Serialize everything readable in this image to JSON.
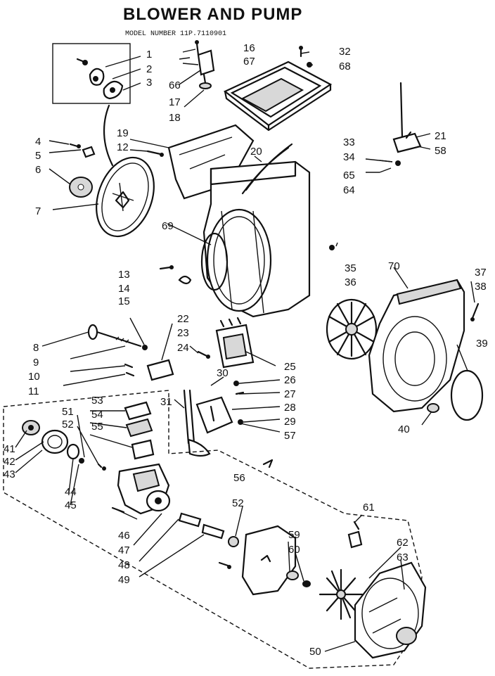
{
  "title": "BLOWER AND PUMP",
  "subtitle": "MODEL NUMBER  11P.7110901",
  "callouts": [
    {
      "id": "c1",
      "text": "1"
    },
    {
      "id": "c2",
      "text": "2"
    },
    {
      "id": "c3",
      "text": "3"
    },
    {
      "id": "c16",
      "text": "16"
    },
    {
      "id": "c67",
      "text": "67"
    },
    {
      "id": "c66",
      "text": "66"
    },
    {
      "id": "c17",
      "text": "17"
    },
    {
      "id": "c18",
      "text": "18"
    },
    {
      "id": "c32",
      "text": "32"
    },
    {
      "id": "c68",
      "text": "68"
    },
    {
      "id": "c19",
      "text": "19"
    },
    {
      "id": "c12",
      "text": "12"
    },
    {
      "id": "c20",
      "text": "20"
    },
    {
      "id": "c4",
      "text": "4"
    },
    {
      "id": "c5",
      "text": "5"
    },
    {
      "id": "c6",
      "text": "6"
    },
    {
      "id": "c7",
      "text": "7"
    },
    {
      "id": "c69",
      "text": "69"
    },
    {
      "id": "c21",
      "text": "21"
    },
    {
      "id": "c33",
      "text": "33"
    },
    {
      "id": "c34",
      "text": "34"
    },
    {
      "id": "c58",
      "text": "58"
    },
    {
      "id": "c65",
      "text": "65"
    },
    {
      "id": "c64",
      "text": "64"
    },
    {
      "id": "c13",
      "text": "13"
    },
    {
      "id": "c14",
      "text": "14"
    },
    {
      "id": "c15",
      "text": "15"
    },
    {
      "id": "c35",
      "text": "35"
    },
    {
      "id": "c36",
      "text": "36"
    },
    {
      "id": "c70",
      "text": "70"
    },
    {
      "id": "c37",
      "text": "37"
    },
    {
      "id": "c38",
      "text": "38"
    },
    {
      "id": "c22",
      "text": "22"
    },
    {
      "id": "c23",
      "text": "23"
    },
    {
      "id": "c24",
      "text": "24"
    },
    {
      "id": "c39",
      "text": "39"
    },
    {
      "id": "c8",
      "text": "8"
    },
    {
      "id": "c9",
      "text": "9"
    },
    {
      "id": "c10",
      "text": "10"
    },
    {
      "id": "c11",
      "text": "11"
    },
    {
      "id": "c25",
      "text": "25"
    },
    {
      "id": "c30",
      "text": "30"
    },
    {
      "id": "c26",
      "text": "26"
    },
    {
      "id": "c27",
      "text": "27"
    },
    {
      "id": "c31",
      "text": "31"
    },
    {
      "id": "c28",
      "text": "28"
    },
    {
      "id": "c29",
      "text": "29"
    },
    {
      "id": "c57",
      "text": "57"
    },
    {
      "id": "c40",
      "text": "40"
    },
    {
      "id": "c53",
      "text": "53"
    },
    {
      "id": "c54",
      "text": "54"
    },
    {
      "id": "c55",
      "text": "55"
    },
    {
      "id": "c51",
      "text": "51"
    },
    {
      "id": "c52",
      "text": "52"
    },
    {
      "id": "c41",
      "text": "41"
    },
    {
      "id": "c42",
      "text": "42"
    },
    {
      "id": "c43",
      "text": "43"
    },
    {
      "id": "c44",
      "text": "44"
    },
    {
      "id": "c45",
      "text": "45"
    },
    {
      "id": "c56",
      "text": "56"
    },
    {
      "id": "c52b",
      "text": "52"
    },
    {
      "id": "c61",
      "text": "61"
    },
    {
      "id": "c46",
      "text": "46"
    },
    {
      "id": "c47",
      "text": "47"
    },
    {
      "id": "c48",
      "text": "48"
    },
    {
      "id": "c49",
      "text": "49"
    },
    {
      "id": "c59",
      "text": "59"
    },
    {
      "id": "c60",
      "text": "60"
    },
    {
      "id": "c62",
      "text": "62"
    },
    {
      "id": "c63",
      "text": "63"
    },
    {
      "id": "c50",
      "text": "50"
    }
  ]
}
